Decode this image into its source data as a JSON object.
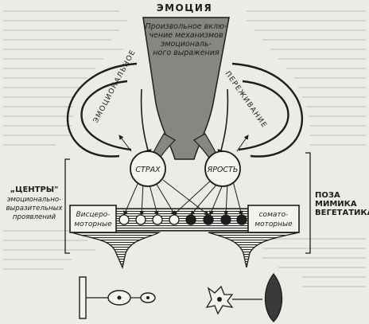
{
  "diagram": {
    "title": "ЭМОЦИЯ",
    "funnel_text": [
      "Произвольное вклю-",
      "чение механизмов",
      "эмоциональ-",
      "ного выражения"
    ],
    "arc_left": "ЭМОЦИОНАЛЬНОЕ",
    "arc_right": "ПЕРЕЖИВАНИЕ",
    "node_left": "СТРАХ",
    "node_right": "ЯРОСТЬ",
    "centers_title": "„ЦЕНТРЫ\"",
    "centers_lines": [
      "эмоционально-",
      "выразительных",
      "проявлений"
    ],
    "right_labels": [
      "ПОЗА",
      "МИМИКА",
      "ВЕГЕТАТИКА"
    ],
    "box_left": [
      "Висцеро-",
      "моторные"
    ],
    "box_right": [
      "сомато-",
      "моторные"
    ]
  }
}
